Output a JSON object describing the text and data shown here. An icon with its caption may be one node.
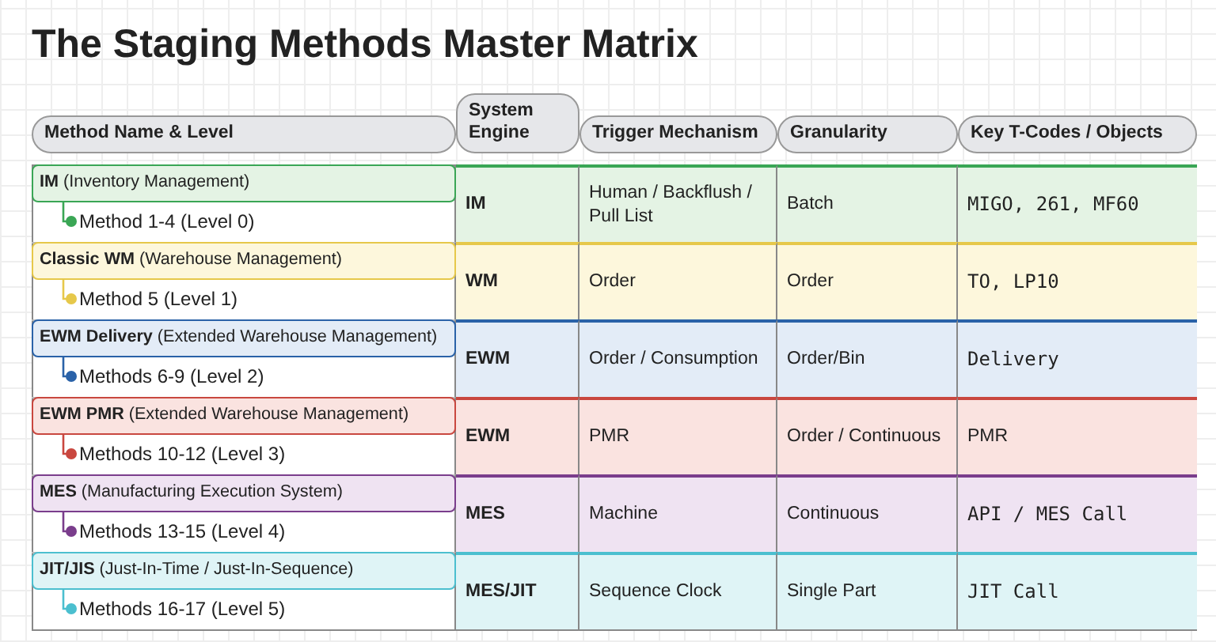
{
  "diagram": {
    "title": "The Staging Methods Master Matrix",
    "nodes": [
      {
        "text": [
          "Method Name & Level"
        ]
      },
      {
        "text": [
          "System Engine"
        ]
      },
      {
        "text": [
          "Trigger Mechanism"
        ]
      },
      {
        "text": [
          "Granularity"
        ]
      },
      {
        "text": [
          "Key T-Codes / Objects"
        ]
      },
      {
        "text": [
          "**IM** (Inventory Management)"
        ]
      },
      {
        "text": [
          "Method 1-4 (Level 0)"
        ]
      },
      {
        "text": [
          "**Classic WM** (Warehouse Management)"
        ]
      },
      {
        "text": [
          "Method 5 (Level 1)"
        ]
      },
      {
        "text": [
          "**EWM Delivery** (Extended Warehouse Management)"
        ]
      },
      {
        "text": [
          "Methods 6-9 (Level 2)"
        ]
      },
      {
        "text": [
          "**EWM PMR** (Extended Warehouse Management)"
        ]
      },
      {
        "text": [
          "Methods 10-12 (Level 3)"
        ]
      },
      {
        "text": [
          "**MES** (Manufacturing Execution System)"
        ]
      },
      {
        "text": [
          "Methods 13-15 (Level 4)"
        ]
      },
      {
        "text": [
          "**JIT/JIS** (Just-In-Time / Just-In-Sequence)"
        ]
      },
      {
        "text": [
          "Methods 16-17 (Level 5)"
        ]
      }
    ],
    "edges": [
      {
        "from": 5,
        "to": 6,
        "arrow": "other",
        "color": "#3aa655"
      },
      {
        "from": 7,
        "to": 8,
        "arrow": "other",
        "color": "#e6c84a"
      },
      {
        "from": 9,
        "to": 10,
        "arrow": "other",
        "color": "#2a62a8"
      },
      {
        "from": 11,
        "to": 12,
        "arrow": "other",
        "color": "#c9473f"
      },
      {
        "from": 13,
        "to": 14,
        "arrow": "other",
        "color": "#7a3d8c"
      },
      {
        "from": 15,
        "to": 16,
        "arrow": "other",
        "color": "#4bbfcf"
      }
    ],
    "labels": [
      "IM",
      "Human / Backflush / Pull List",
      "Batch",
      "MIGO, 261, MF60",
      "WM",
      "Order",
      "Order",
      "TO, LP10",
      "EWM",
      "Order / Consumption",
      "Order/Bin",
      "Delivery",
      "EWM",
      "PMR",
      "Order / Continuous",
      "PMR",
      "MES",
      "Machine",
      "Continuous",
      "API / MES Call",
      "MES/JIT",
      "Sequence Clock",
      "Single Part",
      "JIT Call"
    ]
  }
}
